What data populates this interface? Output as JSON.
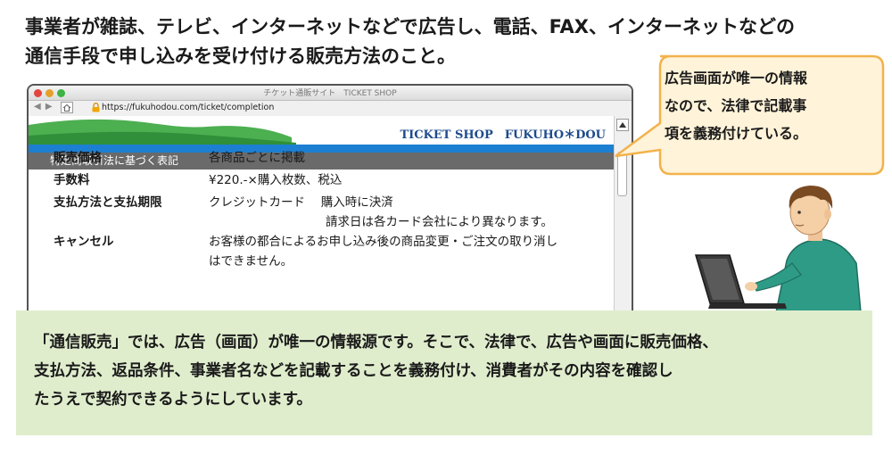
{
  "intro": {
    "line1": "事業者が雑誌、テレビ、インターネットなどで広告し、電話、FAX、インターネットなどの",
    "line2": "通信手段で申し込みを受け付ける販売方法のこと。"
  },
  "browser": {
    "window_title": "チケット通販サイト　TICKET SHOP",
    "url": "https://fukuhodou.com/ticket/completion",
    "nav_arrows": "◀ ▶",
    "shop_title": "TICKET SHOP　FUKUHO＊DOU",
    "section_title": "特定商取引法に基づく表記",
    "rows": [
      {
        "label": "販売価格",
        "lines": [
          "各商品ごとに掲載"
        ]
      },
      {
        "label": "手数料",
        "lines": [
          "¥220.-×購入枚数、税込"
        ]
      },
      {
        "label": "支払方法と支払期限",
        "lines": [
          "クレジットカード　 購入時に決済",
          "請求日は各カード会社により異なります。"
        ]
      },
      {
        "label": "キャンセル",
        "lines": [
          "お客様の都合によるお申し込み後の商品変更・ご注文の取り消し",
          "はできません。"
        ]
      }
    ]
  },
  "bubble": {
    "lines": [
      "広告画面が唯一の情報",
      "なので、法律で記載事",
      "項を義務付けている。"
    ]
  },
  "note": {
    "lines": [
      "「通信販売」では、広告（画面）が唯一の情報源です。そこで、法律で、広告や画面に販売価格、",
      "支払方法、返品条件、事業者名などを記載することを義務付け、消費者がその内容を確認し",
      "たうえで契約できるようにしています。"
    ]
  },
  "colors": {
    "note_bg": "#e0edcd",
    "bubble_bg": "#fff3d9",
    "bubble_border": "#f2b24b",
    "banner_green": "#4caf50",
    "banner_blue": "#1d7fd1",
    "section_gray": "#6a6a6a"
  }
}
